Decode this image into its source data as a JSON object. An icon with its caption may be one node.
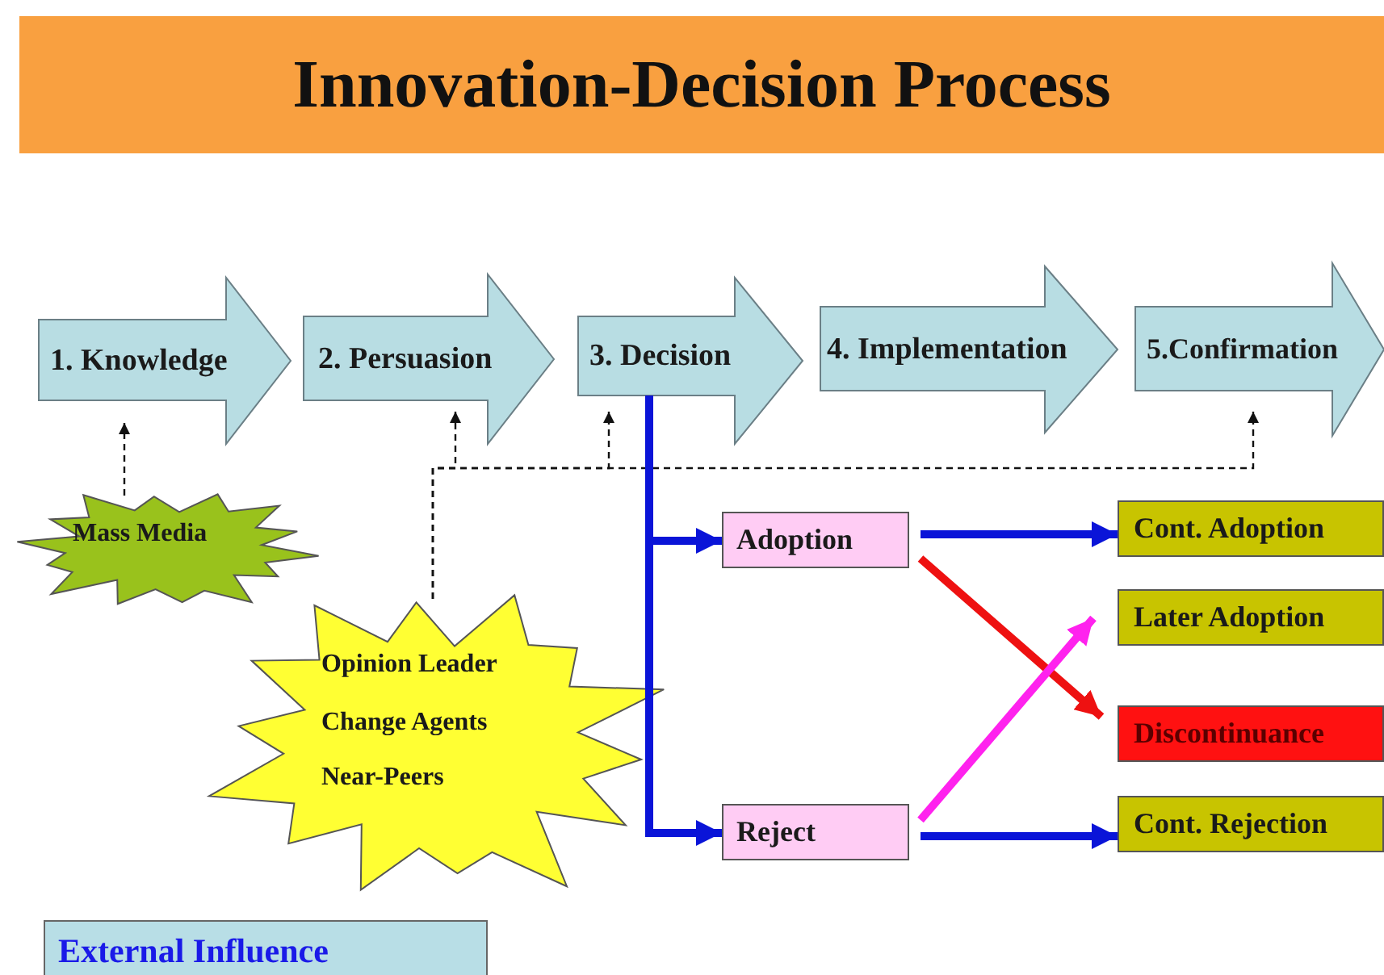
{
  "diagram": {
    "title": "Innovation-Decision Process",
    "nodes": [
      {
        "text": [
          "1. Knowledge"
        ]
      },
      {
        "text": [
          "2. Persuasion"
        ]
      },
      {
        "text": [
          "3. Decision"
        ]
      },
      {
        "text": [
          "4. Implementation"
        ]
      },
      {
        "text": [
          "5.Confirmation"
        ]
      },
      {
        "text": [
          "Mass Media"
        ]
      },
      {
        "text": [
          "Opinion Leader",
          "Change Agents",
          "Near-Peers"
        ]
      },
      {
        "text": [
          "Adoption"
        ]
      },
      {
        "text": [
          "Reject"
        ]
      },
      {
        "text": [
          "Cont. Adoption"
        ]
      },
      {
        "text": [
          "Later Adoption"
        ]
      },
      {
        "text": [
          "Discontinuance"
        ]
      },
      {
        "text": [
          "Cont. Rejection"
        ]
      },
      {
        "text": [
          "External Influence"
        ]
      }
    ],
    "edges": [
      {
        "from": 5,
        "to": 0,
        "arrow": "to",
        "style": "dashed"
      },
      {
        "from": 6,
        "to": 1,
        "arrow": "to",
        "style": "dashed"
      },
      {
        "from": 6,
        "to": 2,
        "arrow": "to",
        "style": "dashed"
      },
      {
        "from": 6,
        "to": 4,
        "arrow": "to",
        "style": "dashed"
      },
      {
        "from": 2,
        "to": 7,
        "arrow": "to",
        "color": "#0a14d8"
      },
      {
        "from": 2,
        "to": 8,
        "arrow": "to",
        "color": "#0a14d8"
      },
      {
        "from": 7,
        "to": 9,
        "arrow": "to",
        "color": "#0a14d8"
      },
      {
        "from": 7,
        "to": 11,
        "arrow": "to",
        "color": "#ee1111"
      },
      {
        "from": 8,
        "to": 10,
        "arrow": "to",
        "color": "#ff22ee"
      },
      {
        "from": 8,
        "to": 12,
        "arrow": "to",
        "color": "#0a14d8"
      }
    ]
  }
}
